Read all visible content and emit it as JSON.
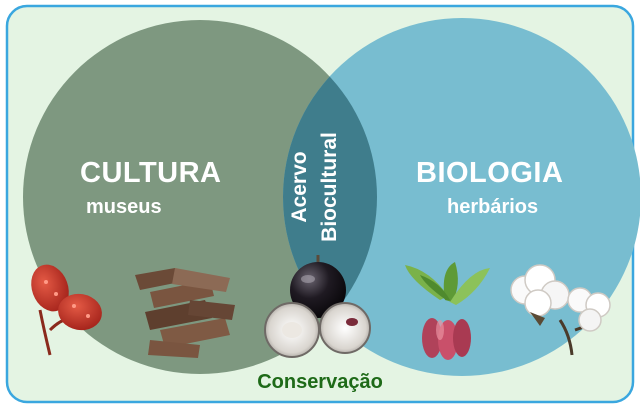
{
  "diagram": {
    "type": "venn",
    "left_circle": {
      "title": "CULTURA",
      "subtitle": "museus",
      "color": "#7e9880"
    },
    "right_circle": {
      "title": "BIOLOGIA",
      "subtitle": "herbários",
      "color": "#78bdd0"
    },
    "intersection": {
      "line1": "Acervo",
      "line2": "Biocultural",
      "color": "#3f7d8c"
    },
    "frame": {
      "label": "Conservação",
      "fill": "#e4f4e3",
      "border": "#3aa7df"
    }
  },
  "illustrations": [
    {
      "name": "red-seed-pods"
    },
    {
      "name": "bark-pieces"
    },
    {
      "name": "dark-berry-fruit"
    },
    {
      "name": "white-fruit-slices"
    },
    {
      "name": "bulb-plant"
    },
    {
      "name": "cotton-bolls"
    }
  ]
}
